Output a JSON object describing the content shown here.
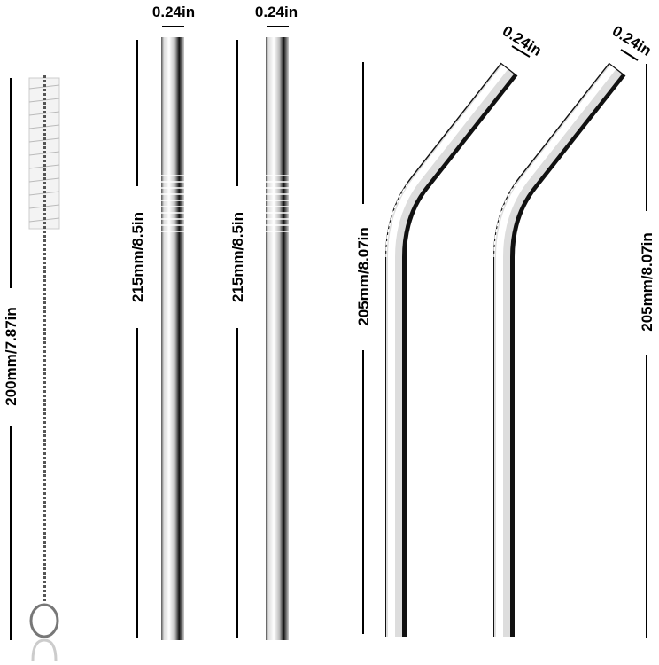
{
  "products": {
    "brush": {
      "length_label": "200mm/7.87in"
    },
    "straight_straws": [
      {
        "length_label": "215mm/8.5in",
        "diameter_label": "0.24in"
      },
      {
        "length_label": "215mm/8.5in",
        "diameter_label": "0.24in"
      }
    ],
    "bent_straws": [
      {
        "length_label": "205mm/8.07in",
        "diameter_label": "0.24in"
      },
      {
        "length_label": "205mm/8.07in",
        "diameter_label": "0.24in"
      }
    ]
  },
  "colors": {
    "steel_light": "#f4f4f4",
    "steel_dark": "#1a1a1a",
    "text": "#000000"
  }
}
